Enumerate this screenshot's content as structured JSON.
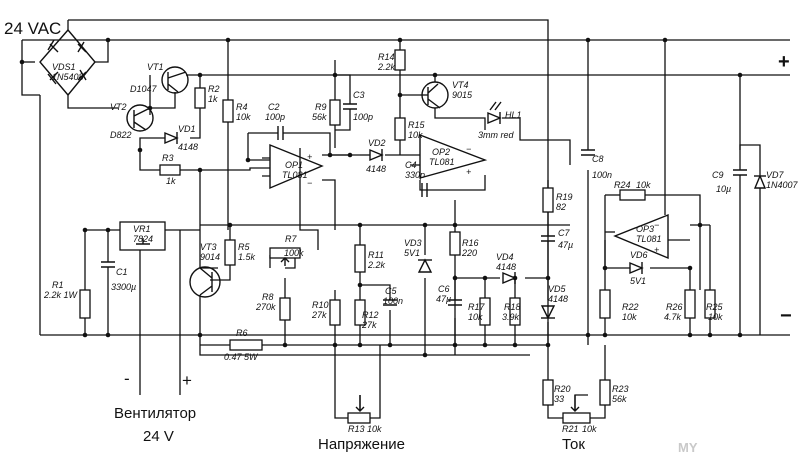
{
  "supply_label": "24 VAC",
  "rails": {
    "plus": "+",
    "minus": "−"
  },
  "fan": {
    "title": "Вентилятор",
    "voltage": "24 V",
    "minus": "-",
    "plus": "+"
  },
  "bottom_labels": {
    "voltage": "Напряжение",
    "current": "Ток"
  },
  "watermark": "MY",
  "opamps": {
    "name": "TL081",
    "plus": "+",
    "minus": "−"
  },
  "components": [
    {
      "id": "vds1",
      "ref": "VDS1",
      "value": "1N5408"
    },
    {
      "id": "vt1",
      "ref": "VT1",
      "value": "D1047"
    },
    {
      "id": "vt2",
      "ref": "VT2",
      "value": "D822"
    },
    {
      "id": "vd1",
      "ref": "VD1",
      "value": "4148"
    },
    {
      "id": "r2",
      "ref": "R2",
      "value": "1k"
    },
    {
      "id": "r3",
      "ref": "R3",
      "value": "1k"
    },
    {
      "id": "r4",
      "ref": "R4",
      "value": "10k"
    },
    {
      "id": "c2",
      "ref": "C2",
      "value": "100p"
    },
    {
      "id": "r9",
      "ref": "R9",
      "value": "56k"
    },
    {
      "id": "c3",
      "ref": "C3",
      "value": "100p"
    },
    {
      "id": "r14",
      "ref": "R14",
      "value": "2.2k"
    },
    {
      "id": "vt4",
      "ref": "VT4",
      "value": "9015"
    },
    {
      "id": "hl1",
      "ref": "HL1",
      "value": "3mm red"
    },
    {
      "id": "r15",
      "ref": "R15",
      "value": "10k"
    },
    {
      "id": "op1",
      "ref": "OP1",
      "value": "TL081"
    },
    {
      "id": "vd2",
      "ref": "VD2",
      "value": "4148"
    },
    {
      "id": "op2",
      "ref": "OP2",
      "value": "TL081"
    },
    {
      "id": "c4",
      "ref": "C4",
      "value": "330p"
    },
    {
      "id": "c8",
      "ref": "C8",
      "value": "100n"
    },
    {
      "id": "r24",
      "ref": "R24",
      "value": "10k"
    },
    {
      "id": "c9",
      "ref": "C9",
      "value": "10µ"
    },
    {
      "id": "vd7",
      "ref": "VD7",
      "value": "1N4007"
    },
    {
      "id": "vr1",
      "ref": "VR1",
      "value": "7824"
    },
    {
      "id": "r1",
      "ref": "R1",
      "value": "2.2k 1W"
    },
    {
      "id": "c1",
      "ref": "C1",
      "value": "3300µ"
    },
    {
      "id": "vt3",
      "ref": "VT3",
      "value": "9014"
    },
    {
      "id": "r5",
      "ref": "R5",
      "value": "1.5k"
    },
    {
      "id": "r7",
      "ref": "R7",
      "value": "100k"
    },
    {
      "id": "r8",
      "ref": "R8",
      "value": "270k"
    },
    {
      "id": "r11",
      "ref": "R11",
      "value": "2.2k"
    },
    {
      "id": "vd3",
      "ref": "VD3",
      "value": "5V1"
    },
    {
      "id": "r16",
      "ref": "R16",
      "value": "220"
    },
    {
      "id": "vd4",
      "ref": "VD4",
      "value": "4148"
    },
    {
      "id": "r19",
      "ref": "R19",
      "value": "82"
    },
    {
      "id": "c7",
      "ref": "C7",
      "value": "47µ"
    },
    {
      "id": "op3",
      "ref": "OP3",
      "value": "TL081"
    },
    {
      "id": "vd6",
      "ref": "VD6",
      "value": "5V1"
    },
    {
      "id": "r10",
      "ref": "R10",
      "value": "27k"
    },
    {
      "id": "r12",
      "ref": "R12",
      "value": "27k"
    },
    {
      "id": "c5",
      "ref": "C5",
      "value": "100n"
    },
    {
      "id": "c6",
      "ref": "C6",
      "value": "47µ"
    },
    {
      "id": "r17",
      "ref": "R17",
      "value": "10k"
    },
    {
      "id": "r18",
      "ref": "R18",
      "value": "3.9k"
    },
    {
      "id": "vd5",
      "ref": "VD5",
      "value": "4148"
    },
    {
      "id": "r22",
      "ref": "R22",
      "value": "10k"
    },
    {
      "id": "r26",
      "ref": "R26",
      "value": "4.7k"
    },
    {
      "id": "r25",
      "ref": "R25",
      "value": "10k"
    },
    {
      "id": "r6",
      "ref": "R6",
      "value": "0.47 5W"
    },
    {
      "id": "r20",
      "ref": "R20",
      "value": "33"
    },
    {
      "id": "r23",
      "ref": "R23",
      "value": "56k"
    },
    {
      "id": "r13",
      "ref": "R13",
      "value": "10k"
    },
    {
      "id": "r21",
      "ref": "R21",
      "value": "10k"
    }
  ]
}
